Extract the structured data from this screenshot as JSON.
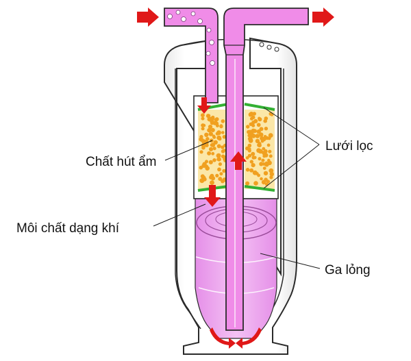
{
  "labels": {
    "desiccant": "Chất hút ẩm",
    "gas_refrigerant": "Môi chất dạng khí",
    "filter_mesh": "Lưới lọc",
    "liquid_gas": "Ga lỏng"
  },
  "colors": {
    "refrigerant_flow": "#f08ce8",
    "liquid_pool": "#e9a6ee",
    "desiccant_beads": "#f0a020",
    "desiccant_bed": "#fbe7a8",
    "filter_mesh": "#33b033",
    "flow_arrow": "#e01818",
    "shell": "#ffffff",
    "outline": "#2a2a2a"
  },
  "icons": {
    "flow_arrow": "red-arrow-icon"
  }
}
